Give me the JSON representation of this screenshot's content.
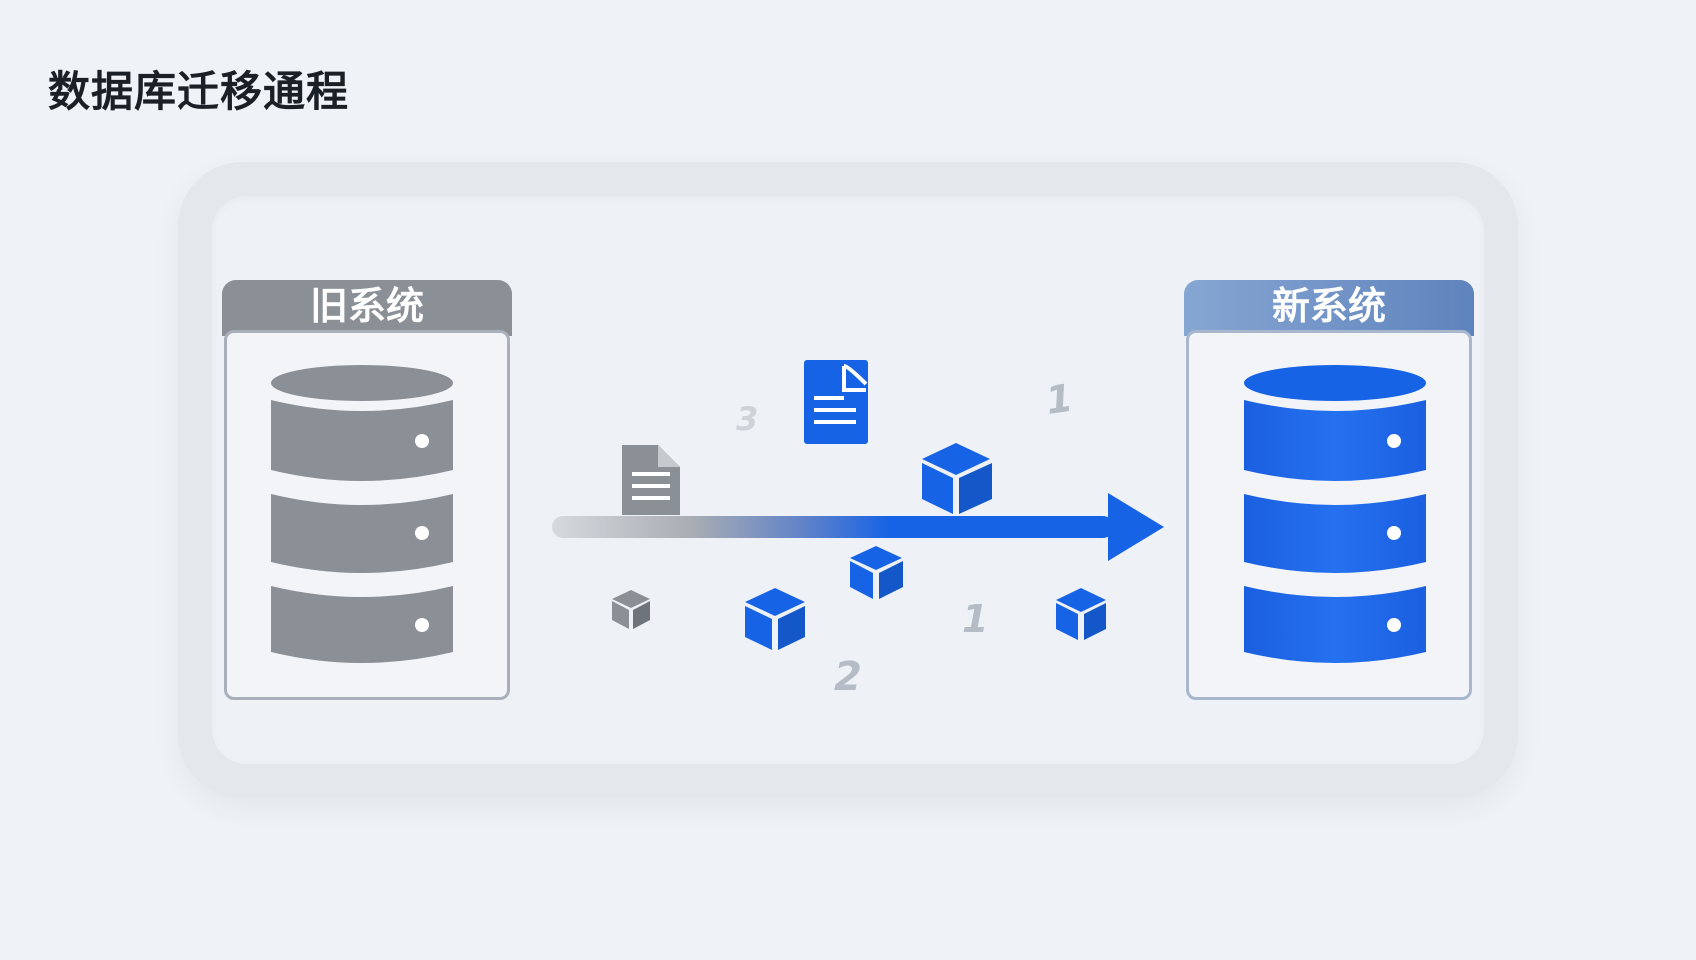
{
  "title": "数据库迁移通程",
  "old_system": {
    "label": "旧系统"
  },
  "new_system": {
    "label": "新系统"
  },
  "numbers": {
    "n1": "1",
    "n2": "2",
    "n3": "3",
    "n4": "1"
  },
  "colors": {
    "old": "#8b9097",
    "new": "#1763e6",
    "background": "#eff2f7"
  },
  "icons": {
    "database": "database-icon",
    "document": "document-icon",
    "cube": "cube-icon",
    "arrow": "arrow-icon"
  }
}
